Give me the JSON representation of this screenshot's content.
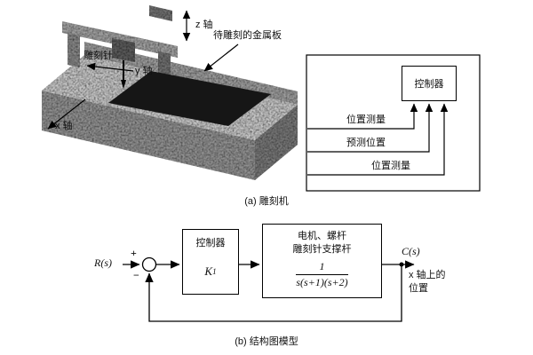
{
  "captions": {
    "a": "(a) 雕刻机",
    "b": "(b) 结构图模型"
  },
  "machine": {
    "z_axis": "z 轴",
    "needle": "雕刻针",
    "plate": "待雕刻的金属板",
    "y_axis": "y 轴",
    "x_axis": "x 轴",
    "controller": "控制器",
    "signals": [
      "位置测量",
      "预测位置",
      "位置测量"
    ]
  },
  "diagram": {
    "input": "R(s)",
    "plus": "+",
    "minus": "−",
    "controller_label": "控制器",
    "gain_base": "K",
    "gain_sub": "1",
    "plant_line1": "电机、螺杆",
    "plant_line2": "雕刻针支撑杆",
    "tf_num": "1",
    "tf_den": "s(s+1)(s+2)",
    "output": "C(s)",
    "out_desc1": "x 轴上的",
    "out_desc2": "位置"
  }
}
